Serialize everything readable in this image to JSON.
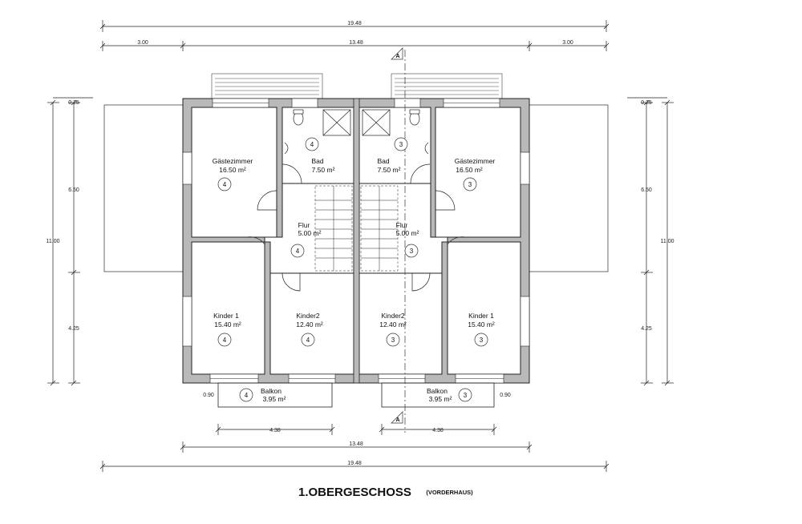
{
  "title": "1.OBERGESCHOSS",
  "subtitle": "(VORDERHAUS)",
  "dimensions": {
    "total_width": "19.48",
    "side_offset": "3.00",
    "building_width": "13.48",
    "total_depth": "11.00",
    "front_depth": "6.50",
    "rear_depth": "4.25",
    "wall_offset": "0.25",
    "balcony_depth": "0.90",
    "balcony_width": "4.38"
  },
  "section_marker": "A",
  "units": {
    "left": {
      "number": "4",
      "guest": {
        "name": "Gästezimmer",
        "area": "16.50 m²"
      },
      "bath": {
        "name": "Bad",
        "area": "7.50 m²"
      },
      "hall": {
        "name": "Flur",
        "area": "5.00 m²"
      },
      "kids1": {
        "name": "Kinder 1",
        "area": "15.40 m²"
      },
      "kids2": {
        "name": "Kinder2",
        "area": "12.40 m²"
      },
      "balcony": {
        "name": "Balkon",
        "area": "3.95 m²"
      }
    },
    "right": {
      "number": "3",
      "guest": {
        "name": "Gästezimmer",
        "area": "16.50 m²"
      },
      "bath": {
        "name": "Bad",
        "area": "7.50 m²"
      },
      "hall": {
        "name": "Flur",
        "area": "5.00 m²"
      },
      "kids1": {
        "name": "Kinder 1",
        "area": "15.40 m²"
      },
      "kids2": {
        "name": "Kinder2",
        "area": "12.40 m²"
      },
      "balcony": {
        "name": "Balkon",
        "area": "3.95 m²"
      }
    }
  }
}
